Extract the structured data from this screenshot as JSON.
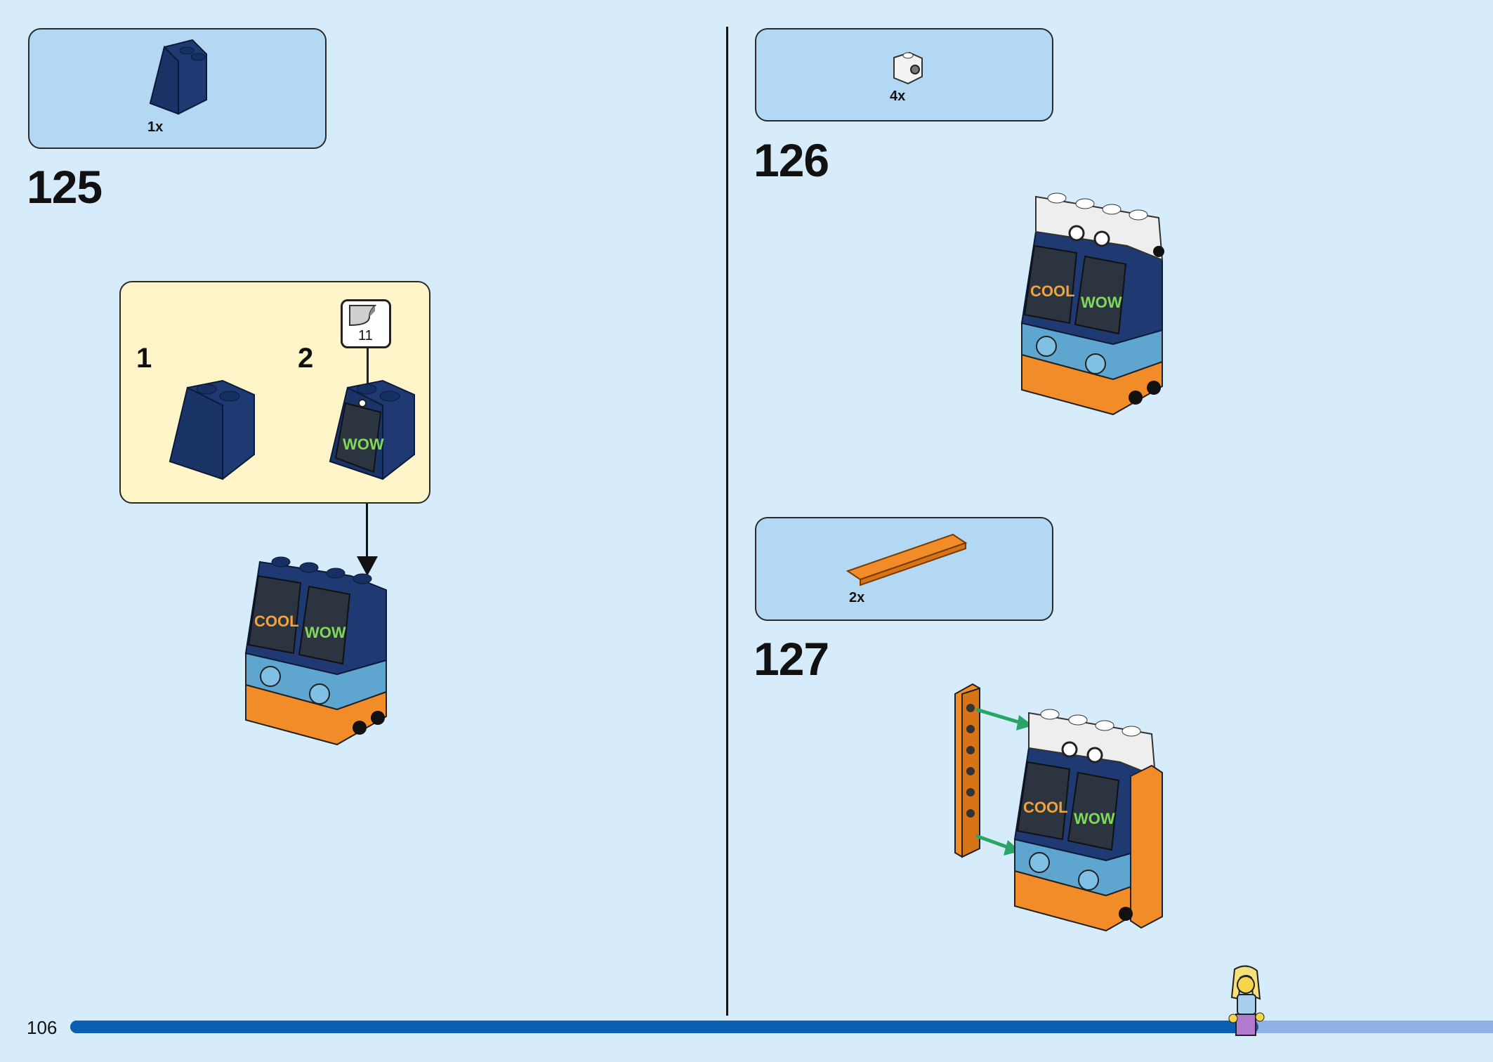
{
  "page": {
    "number": "106",
    "progress_fraction": 0.835
  },
  "steps": [
    {
      "number": "125",
      "parts": [
        {
          "qty": "1x",
          "part": "dark-blue-slope-2x2"
        }
      ],
      "substeps": [
        {
          "label": "1"
        },
        {
          "label": "2",
          "sticker": "11"
        }
      ],
      "screen_texts": [
        "COOL",
        "WOW"
      ]
    },
    {
      "number": "126",
      "parts": [
        {
          "qty": "4x",
          "part": "white-brick-1x1-with-stud"
        }
      ],
      "screen_texts": [
        "COOL",
        "WOW"
      ]
    },
    {
      "number": "127",
      "parts": [
        {
          "qty": "2x",
          "part": "orange-plate-1x6"
        }
      ],
      "screen_texts": [
        "COOL",
        "WOW"
      ]
    }
  ],
  "colors": {
    "background": "#d6ecfa",
    "parts_box": "#b3d8f4",
    "substep_box": "#fff5c9",
    "progress_fill": "#0b5fb0",
    "progress_track": "#8fb1e3",
    "dark_blue_brick": "#1f3a73",
    "orange_brick": "#f28c28",
    "light_blue_brick": "#5ea6cf",
    "arrow_green": "#2aa56a"
  }
}
